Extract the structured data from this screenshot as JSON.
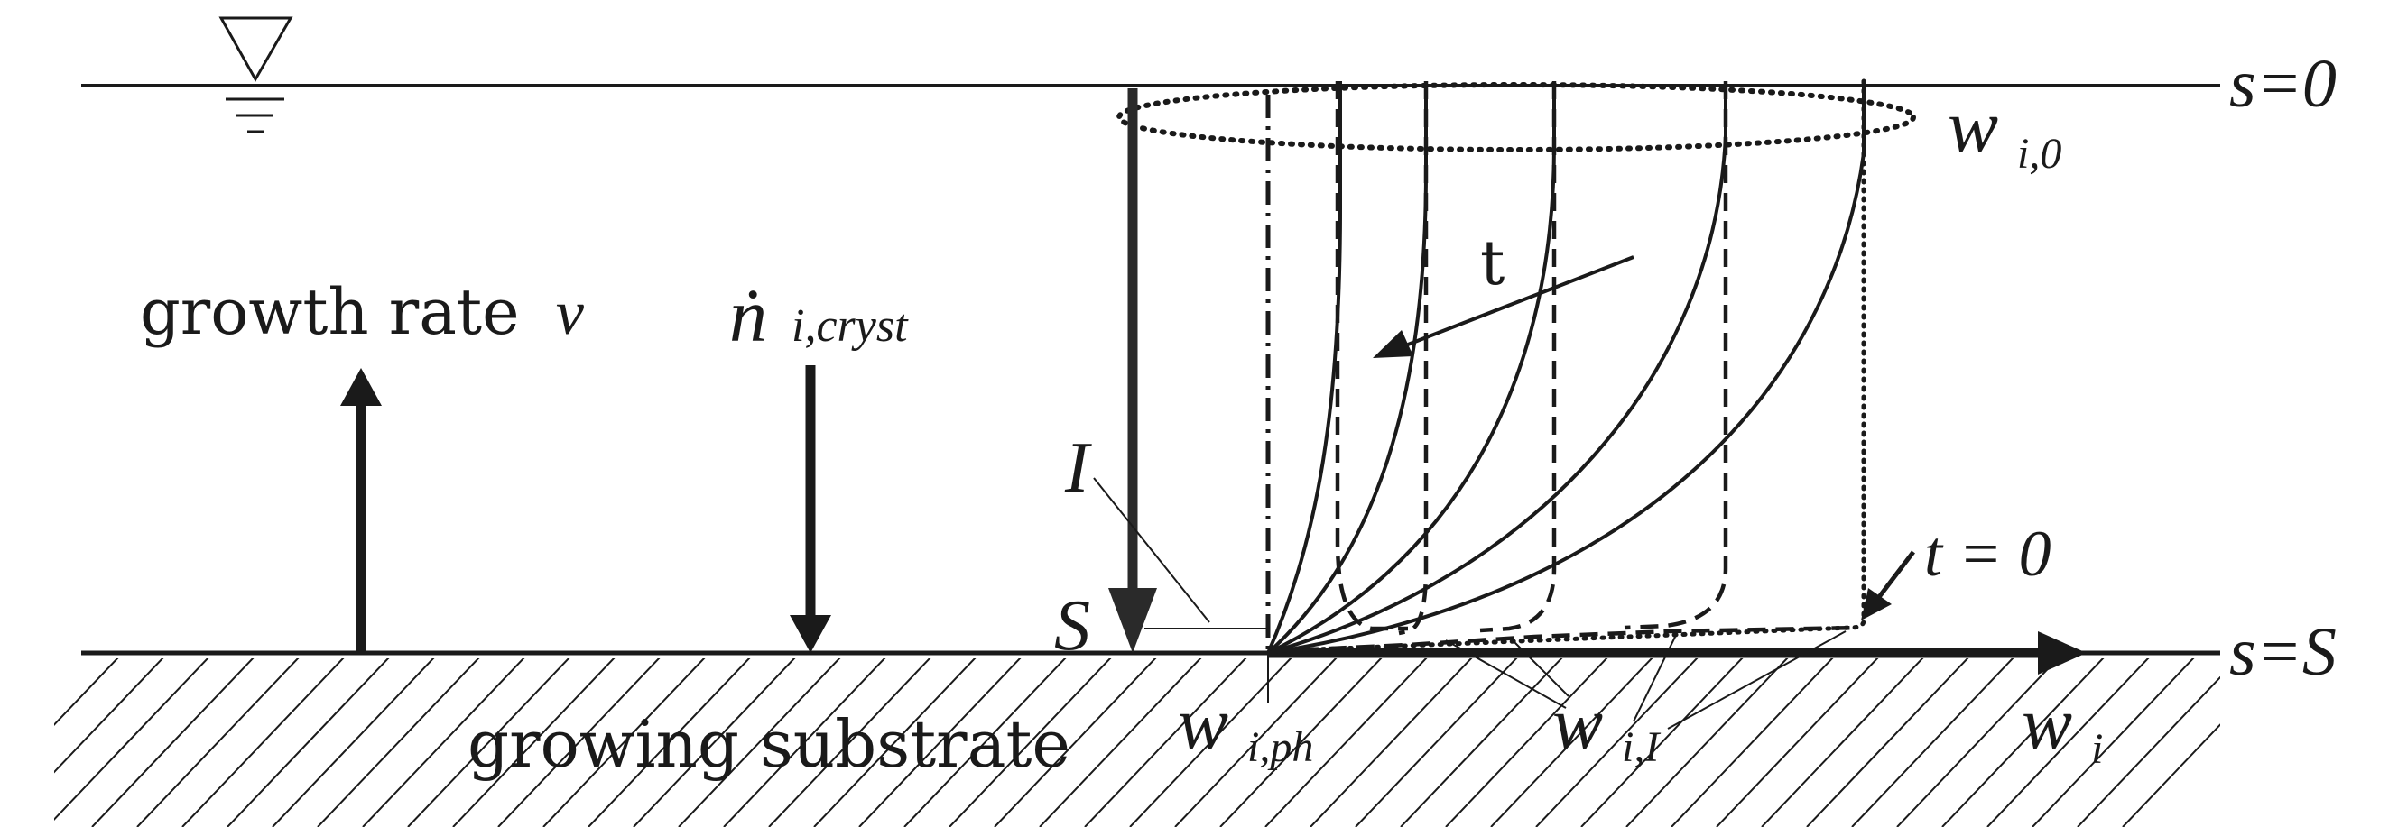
{
  "labels": {
    "surface_top": "s=0",
    "surface_bottom": "s=S",
    "growth_rate": "growth rate",
    "growth_rate_symbol": "v",
    "flux_symbol": "ṅ",
    "flux_subscript": "i,cryst",
    "time": "t",
    "time_zero": "t = 0",
    "interface_layer": "I",
    "depth_symbol": "S",
    "w_top_base": "w",
    "w_top_sub": "i,0",
    "w_phase_base": "w",
    "w_phase_sub": "i,ph",
    "w_interface_base": "w",
    "w_interface_sub": "i,I",
    "w_axis_base": "w",
    "w_axis_sub": "i",
    "substrate": "growing substrate"
  },
  "icons": {
    "water_level": "water-level-triangle-icon"
  },
  "colors": {
    "ink": "#1a1a1a",
    "background": "#ffffff"
  }
}
